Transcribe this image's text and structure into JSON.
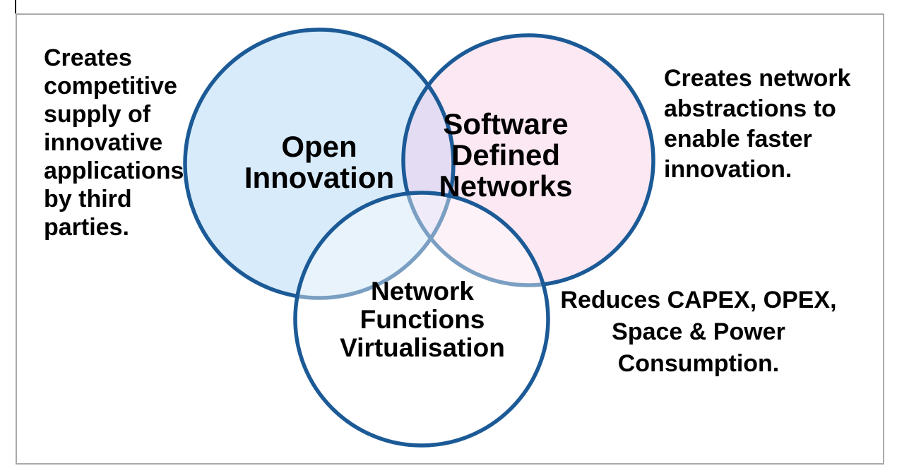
{
  "diagram": {
    "labels": {
      "open_innovation": "Open\nInnovation",
      "software_defined_networks": "Software\nDefined\nNetworks",
      "network_functions_virtualisation": "Network\nFunctions\nVirtualisation"
    },
    "annotations": {
      "open_innovation_note": "Creates\ncompetitive\nsupply of\ninnovative\napplications\nby third\nparties.",
      "sdn_note": "Creates network\nabstractions to\nenable faster\ninnovation.",
      "nfv_note": "Reduces CAPEX, OPEX,\nSpace & Power\nConsumption."
    },
    "colors": {
      "open_fill": "#d8ebfa",
      "sdn_fill": "#fce8f2",
      "overlap_fill": "#e3dcf3",
      "nfv_fill": "rgba(255,255,255,0.42)",
      "circle_stroke": "#1b5a96",
      "text": "#000000"
    }
  }
}
